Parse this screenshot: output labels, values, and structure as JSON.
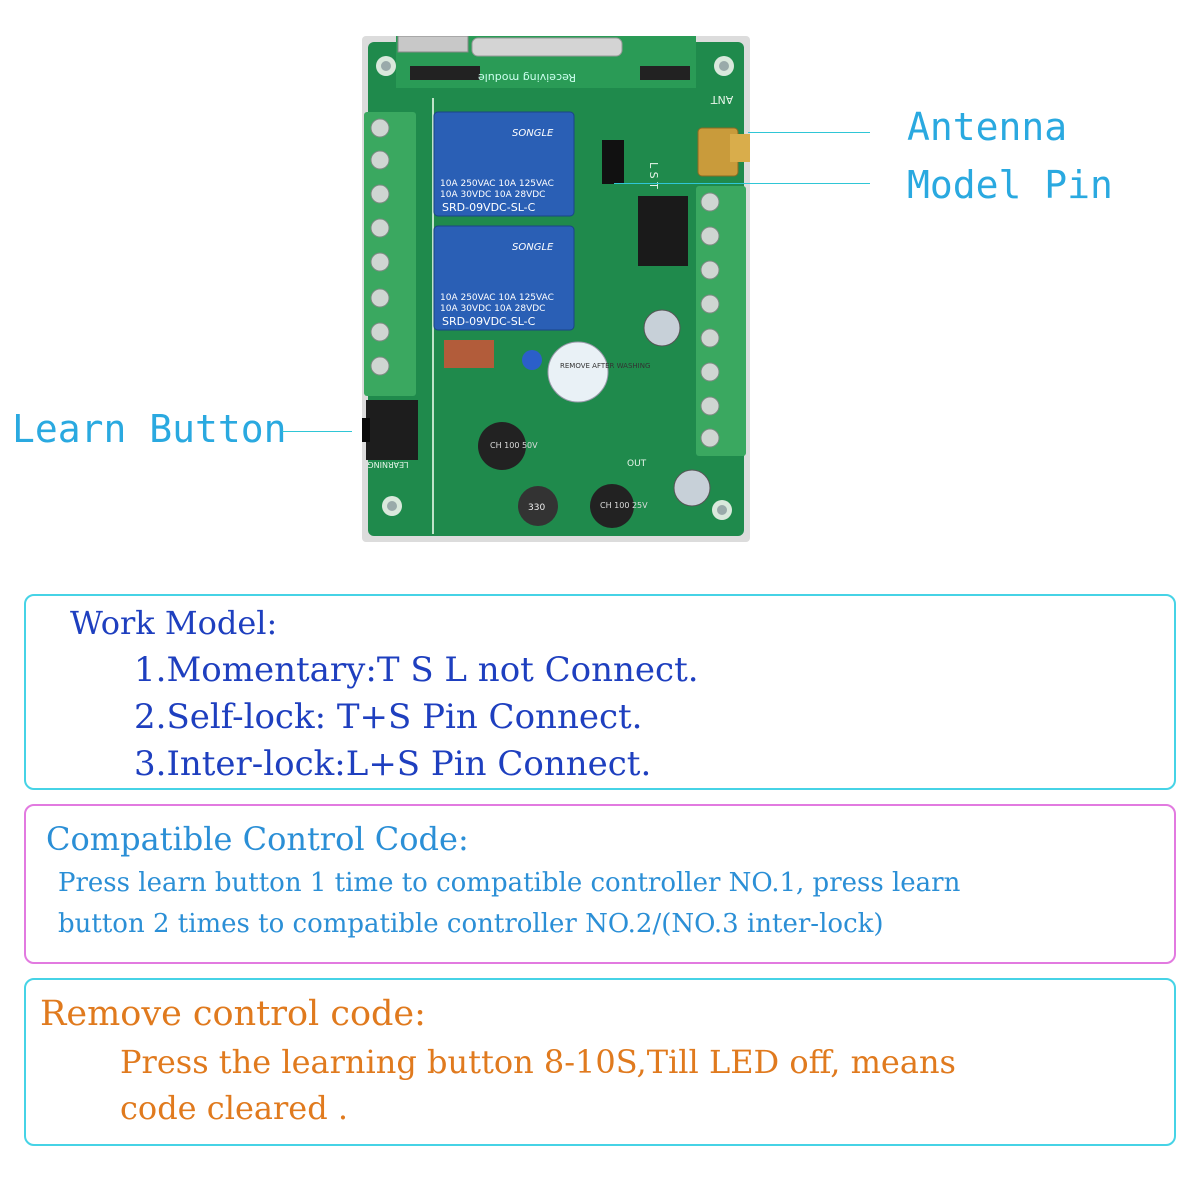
{
  "callouts": {
    "antenna": "Antenna",
    "model_pin": "Model Pin",
    "learn_button": "Learn Button"
  },
  "board": {
    "module_label": "Receiving module",
    "ant_label": "ANT",
    "relay_brand": "SONGLE",
    "relay_rating_1": "10A 250VAC  10A 125VAC",
    "relay_rating_2": "10A  30VDC  10A  28VDC",
    "relay_model": "SRD-09VDC-SL-C",
    "pin_labels": "L S T",
    "learning_label": "LEARNING",
    "out_label": "OUT",
    "cap_1": "CH 100 50V",
    "cap_2": "CH 100 25V",
    "inductor": "330",
    "buzzer": "REMOVE AFTER WASHING",
    "colors": {
      "pcb": "#1f8a4c",
      "relay": "#2a5fb5",
      "terminal": "#3aa860"
    }
  },
  "work_model": {
    "title": "Work Model:",
    "line1": "1.Momentary:T S L not Connect.",
    "line2": "2.Self-lock: T+S  Pin Connect.",
    "line3": "3.Inter-lock:L+S  Pin Connect."
  },
  "compatible": {
    "title": "Compatible Control Code:",
    "line1": "Press learn button 1 time to compatible controller NO.1, press learn",
    "line2": "button 2 times to compatible controller NO.2/(NO.3 inter-lock)"
  },
  "remove": {
    "title": "Remove control code:",
    "line1": "Press the learning button 8-10S,Till LED  off,  means",
    "line2": "code cleared ."
  }
}
